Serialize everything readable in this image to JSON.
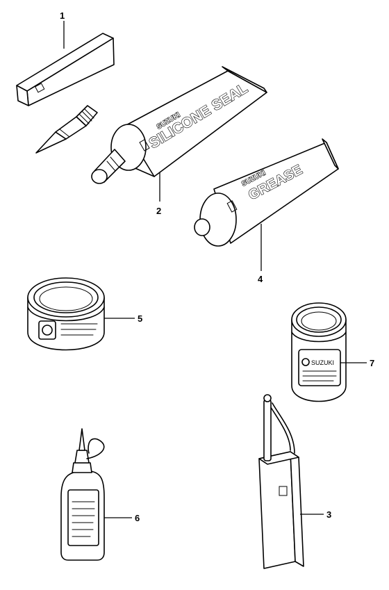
{
  "callouts": [
    "1",
    "2",
    "3",
    "4",
    "5",
    "6",
    "7"
  ],
  "labels": {
    "silicone_brand": "SUZUKI",
    "silicone_name": "SILICONE SEAL",
    "grease_brand": "SUZUKI",
    "grease_name": "GREASE",
    "can7_brand": "SUZUKI"
  }
}
